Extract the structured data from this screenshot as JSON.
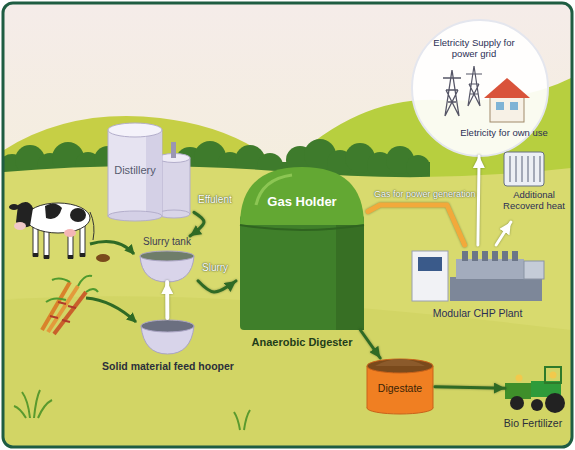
{
  "diagram": {
    "nodes": [
      {
        "text": [
          "Distillery"
        ]
      },
      {
        "text": [
          "Eletricity Supply for power grid",
          "Eletricity for own use"
        ]
      },
      {
        "text": [
          "Slurry tank"
        ]
      },
      {
        "text": [
          "Gas Holder",
          "Anaerobic Digester"
        ]
      },
      {
        "text": [
          "Additional Recoverd heat"
        ]
      },
      {
        "text": [
          "Solid material feed hooper"
        ]
      },
      {
        "text": [
          "Modular CHP Plant"
        ]
      },
      {
        "text": [
          "Digestate"
        ]
      },
      {
        "text": [
          "Bio Fertilizer"
        ]
      }
    ],
    "edges": [
      {
        "from": 0,
        "to": 2,
        "label": "Effulent",
        "arrow": "to"
      },
      {
        "from": 5,
        "to": 2,
        "arrow": "to"
      },
      {
        "from": 2,
        "to": 3,
        "label": "Slurry",
        "arrow": "to"
      },
      {
        "from": 3,
        "to": 6,
        "label": "Gas for power generation",
        "arrow": "none"
      },
      {
        "from": 6,
        "to": 1,
        "arrow": "to"
      },
      {
        "from": 6,
        "to": 4,
        "arrow": "to"
      },
      {
        "from": 3,
        "to": 7,
        "arrow": "to"
      },
      {
        "from": 7,
        "to": 8,
        "arrow": "to"
      }
    ]
  }
}
